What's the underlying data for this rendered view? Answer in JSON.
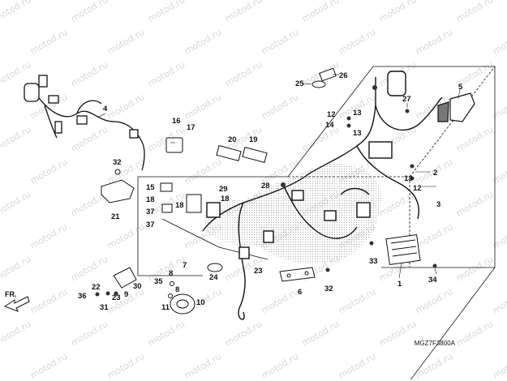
{
  "watermark": "motod.ru",
  "diagram_code": "MGZ7F3800A",
  "direction_label": "FR.",
  "part_labels": [
    "1",
    "2",
    "3",
    "4",
    "5",
    "6",
    "7",
    "8",
    "9",
    "10",
    "11",
    "12",
    "13",
    "14",
    "15",
    "16",
    "17",
    "18",
    "19",
    "20",
    "21",
    "22",
    "23",
    "24",
    "25",
    "26",
    "27",
    "28",
    "29",
    "30",
    "31",
    "32",
    "33",
    "34",
    "35",
    "36",
    "37"
  ],
  "colors": {
    "line": "#111111",
    "halftone": "#bdbdbd",
    "watermark": "#d8d8d8"
  }
}
